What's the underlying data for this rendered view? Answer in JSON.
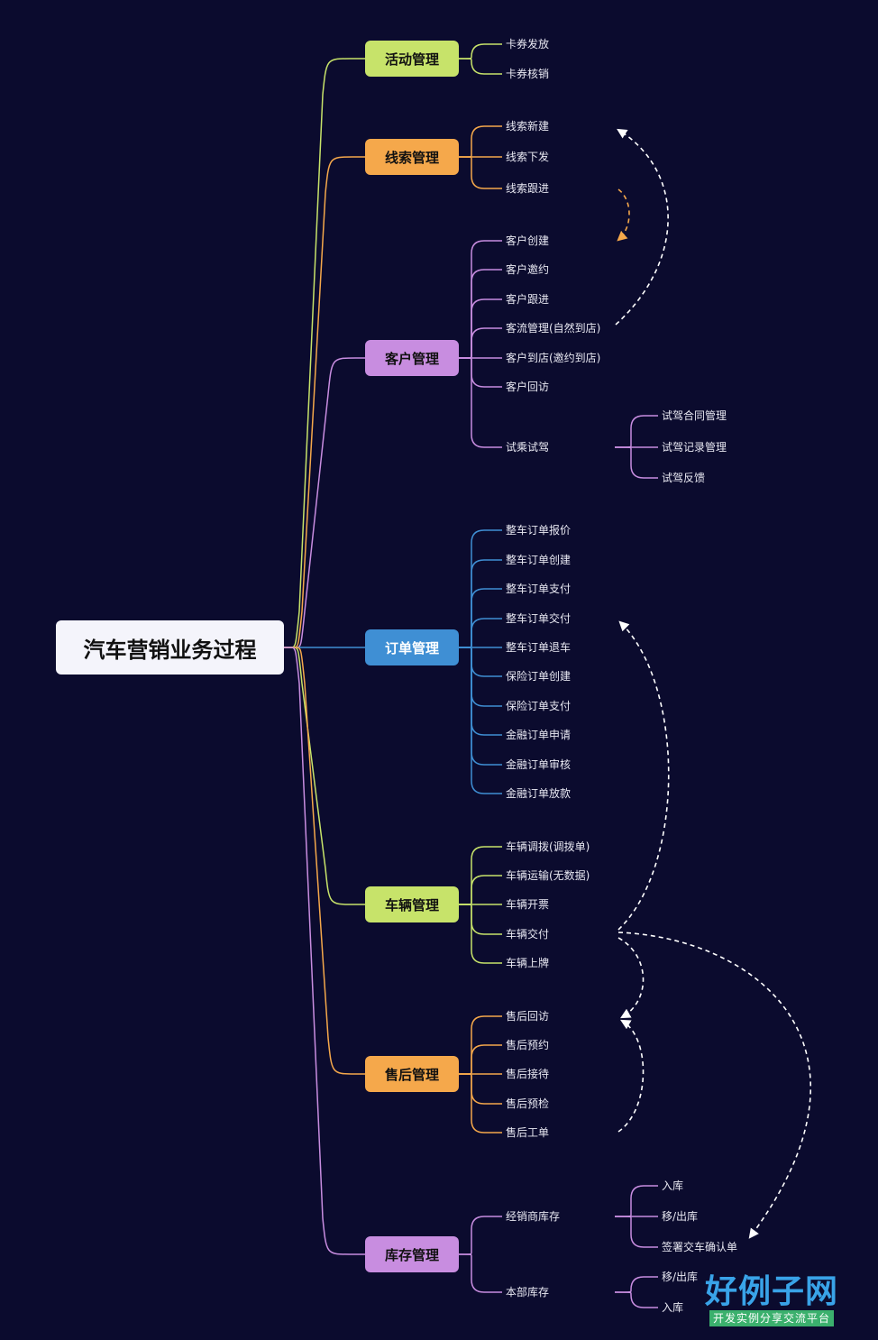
{
  "root": {
    "label": "汽车营销业务过程"
  },
  "colors": {
    "background": "#0b0b2e",
    "lime": "#c7e36a",
    "orange": "#f5a84b",
    "purple": "#c88de0",
    "blue": "#3f8fd4",
    "dashed_white": "#ffffff",
    "dashed_orange": "#f5a84b"
  },
  "categories": [
    {
      "label": "活动管理",
      "color": "#c7e36a",
      "items": [
        {
          "label": "卡券发放"
        },
        {
          "label": "卡券核销"
        }
      ]
    },
    {
      "label": "线索管理",
      "color": "#f5a84b",
      "items": [
        {
          "label": "线索新建"
        },
        {
          "label": "线索下发"
        },
        {
          "label": "线索跟进"
        }
      ]
    },
    {
      "label": "客户管理",
      "color": "#c88de0",
      "items": [
        {
          "label": "客户创建"
        },
        {
          "label": "客户邀约"
        },
        {
          "label": "客户跟进"
        },
        {
          "label": "客流管理(自然到店)"
        },
        {
          "label": "客户到店(邀约到店)"
        },
        {
          "label": "客户回访"
        },
        {
          "label": "试乘试驾",
          "children": [
            {
              "label": "试驾合同管理"
            },
            {
              "label": "试驾记录管理"
            },
            {
              "label": "试驾反馈"
            }
          ]
        }
      ]
    },
    {
      "label": "订单管理",
      "color": "#3f8fd4",
      "items": [
        {
          "label": "整车订单报价"
        },
        {
          "label": "整车订单创建"
        },
        {
          "label": "整车订单支付"
        },
        {
          "label": "整车订单交付"
        },
        {
          "label": "整车订单退车"
        },
        {
          "label": "保险订单创建"
        },
        {
          "label": "保险订单支付"
        },
        {
          "label": "金融订单申请"
        },
        {
          "label": "金融订单审核"
        },
        {
          "label": "金融订单放款"
        }
      ]
    },
    {
      "label": "车辆管理",
      "color": "#c7e36a",
      "items": [
        {
          "label": "车辆调拨(调拨单)"
        },
        {
          "label": "车辆运输(无数据)"
        },
        {
          "label": "车辆开票"
        },
        {
          "label": "车辆交付"
        },
        {
          "label": "车辆上牌"
        }
      ]
    },
    {
      "label": "售后管理",
      "color": "#f5a84b",
      "items": [
        {
          "label": "售后回访"
        },
        {
          "label": "售后预约"
        },
        {
          "label": "售后接待"
        },
        {
          "label": "售后预检"
        },
        {
          "label": "售后工单"
        }
      ]
    },
    {
      "label": "库存管理",
      "color": "#c88de0",
      "items": [
        {
          "label": "经销商库存",
          "children": [
            {
              "label": "入库"
            },
            {
              "label": "移/出库"
            },
            {
              "label": "签署交车确认单"
            }
          ]
        },
        {
          "label": "本部库存",
          "children": [
            {
              "label": "移/出库"
            },
            {
              "label": "入库"
            }
          ]
        }
      ]
    }
  ],
  "relations": [
    {
      "from": "客流管理(自然到店)",
      "to": "线索新建",
      "style": "dashed",
      "color": "#ffffff"
    },
    {
      "from": "线索跟进",
      "to": "客户创建",
      "style": "dashed",
      "color": "#f5a84b"
    },
    {
      "from": "车辆交付",
      "to": "整车订单交付",
      "style": "dashed",
      "color": "#ffffff"
    },
    {
      "from": "车辆交付",
      "to": "售后回访",
      "style": "dashed",
      "color": "#ffffff"
    },
    {
      "from": "售后工单",
      "to": "售后回访",
      "style": "dashed",
      "color": "#ffffff"
    },
    {
      "from": "车辆交付",
      "to": "签署交车确认单",
      "style": "dashed",
      "color": "#ffffff"
    }
  ],
  "watermark": {
    "title": "好例子网",
    "subtitle": "开发实例分享交流平台"
  }
}
